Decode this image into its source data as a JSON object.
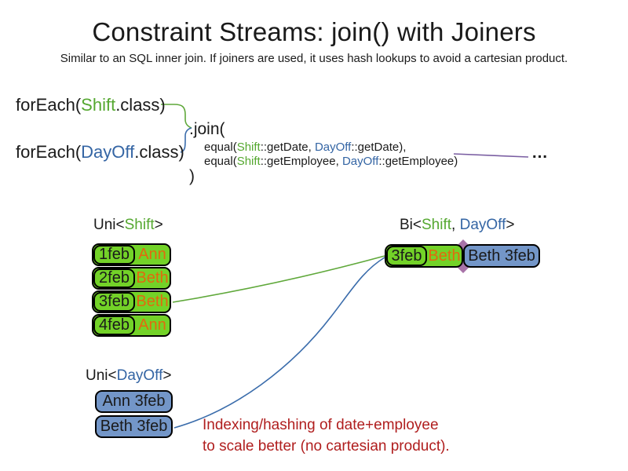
{
  "slide": {
    "title": "Constraint Streams: join() with Joiners",
    "subtitle": "Similar to an SQL inner join. If joiners are used, it uses hash lookups to avoid a cartesian product."
  },
  "code": {
    "foreach_shift": {
      "pre": "forEach(",
      "cls": "Shift",
      "post": ".class)"
    },
    "foreach_dayoff": {
      "pre": "forEach(",
      "cls": "DayOff",
      "post": ".class)"
    },
    "join_open": ".join(",
    "equal_date": {
      "pre": "equal(",
      "shift": "Shift",
      "mid": "::getDate, ",
      "dayoff": "DayOff",
      "post": "::getDate),"
    },
    "equal_employee": {
      "pre": "equal(",
      "shift": "Shift",
      "mid": "::getEmployee, ",
      "dayoff": "DayOff",
      "post": "::getEmployee)"
    },
    "join_close": ")",
    "ellipsis": "…"
  },
  "labels": {
    "uni_shift": {
      "pre": "Uni<",
      "cls": "Shift",
      "post": ">"
    },
    "bi": {
      "pre": "Bi<",
      "shift": "Shift",
      "sep": ", ",
      "dayoff": "DayOff",
      "post": ">"
    },
    "uni_dayoff": {
      "pre": "Uni<",
      "cls": "DayOff",
      "post": ">"
    }
  },
  "shift_table": {
    "rows": [
      {
        "date": "1feb",
        "name": "Ann"
      },
      {
        "date": "2feb",
        "name": "Beth"
      },
      {
        "date": "3feb",
        "name": "Beth"
      },
      {
        "date": "4feb",
        "name": "Ann"
      }
    ]
  },
  "bi_table": {
    "row": {
      "date": "3feb",
      "name": "Beth",
      "dayoff": "Beth 3feb"
    }
  },
  "dayoff_table": {
    "rows": [
      {
        "label": "Ann 3feb"
      },
      {
        "label": "Beth 3feb"
      }
    ]
  },
  "note": {
    "line1": "Indexing/hashing of date+employee",
    "line2": "to scale better (no cartesian product)."
  },
  "colors": {
    "shift_green_fill": "#73d228",
    "shift_green_text": "#55a830",
    "dayoff_blue_fill": "#7396c8",
    "dayoff_blue_text": "#3465a4",
    "employee_orange": "#e2690e",
    "note_red": "#b01e1e",
    "joiner_purple": "#7a5ea2",
    "connector_green": "#5fa83a",
    "connector_blue": "#3a6cab"
  }
}
